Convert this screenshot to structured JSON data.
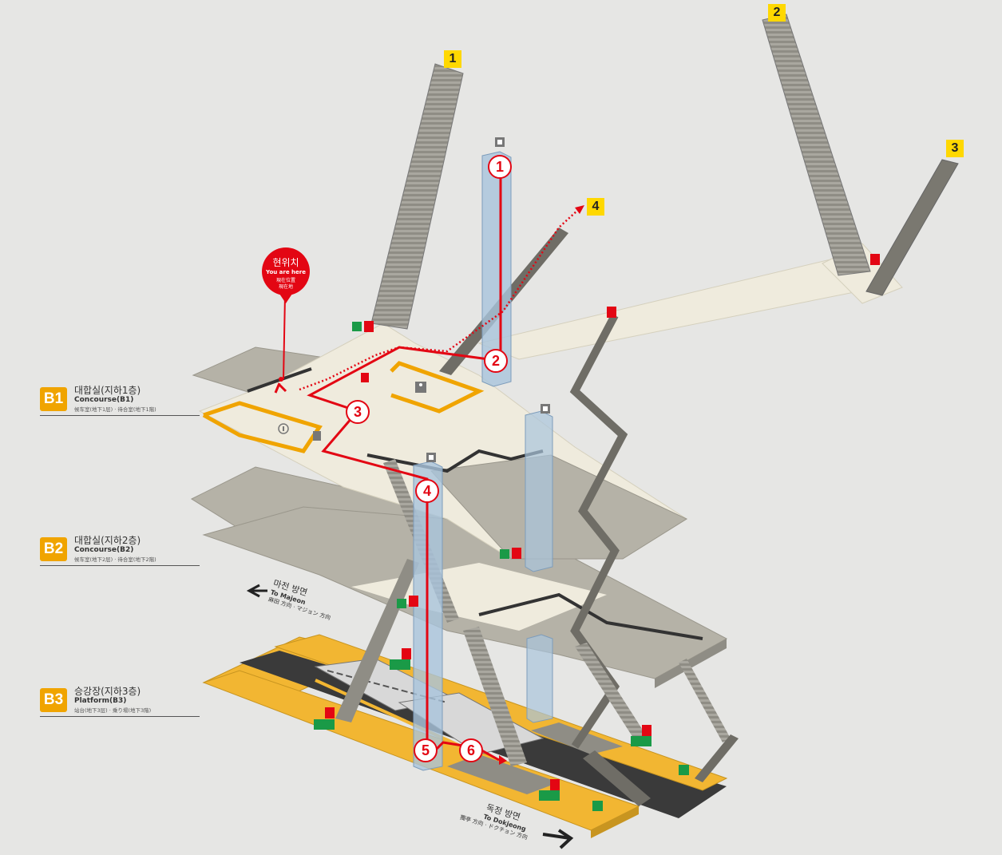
{
  "floors": [
    {
      "badge": "B1",
      "ko": "대합실(지하1층)",
      "en": "Concourse(B1)",
      "cn": "候车室(地下1层) · 待合室(地下1階)"
    },
    {
      "badge": "B2",
      "ko": "대합실(지하2층)",
      "en": "Concourse(B2)",
      "cn": "候车室(地下2层) · 待合室(地下2階)"
    },
    {
      "badge": "B3",
      "ko": "승강장(지하3층)",
      "en": "Platform(B3)",
      "cn": "站台(地下3层) · 乘り場(地下3階)"
    }
  ],
  "exits": [
    "1",
    "2",
    "3",
    "4"
  ],
  "route_steps": [
    "1",
    "2",
    "3",
    "4",
    "5",
    "6"
  ],
  "you_are_here": {
    "ko": "현위치",
    "en": "You are here",
    "cn": "現在位置",
    "jp": "現在地"
  },
  "directions": {
    "majeon": {
      "ko": "마전 방면",
      "en": "To Majeon",
      "cn": "麻田 方向 · マジョン 方向"
    },
    "dokjeong": {
      "ko": "독정 방면",
      "en": "To Dokjeong",
      "cn": "獨亭 方向 · ドクチョン 方向"
    }
  },
  "icons": [
    "elevator-icon",
    "restroom-icon",
    "info-icon",
    "fire-extinguisher-icon",
    "emergency-phone-icon",
    "emergency-exit-icon",
    "walking-person-icon"
  ],
  "colors": {
    "route": "#e30613",
    "floor_badge": "#f0a400",
    "exit_badge": "#ffd800",
    "platform": "#f2b632",
    "concourse": "#efebdd",
    "slab": "#b5b2a7"
  }
}
